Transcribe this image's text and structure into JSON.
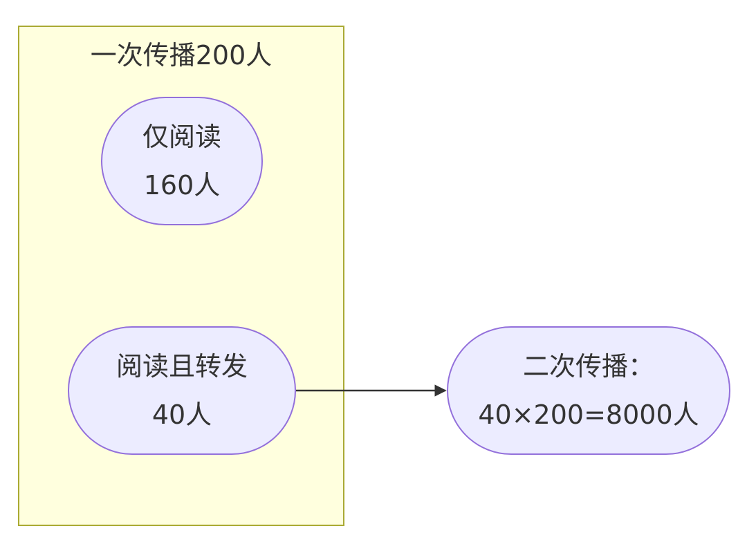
{
  "subgraph": {
    "title": "一次传播200人"
  },
  "nodes": {
    "read_only": {
      "line1": "仅阅读",
      "line2": "160人"
    },
    "read_and_share": {
      "line1": "阅读且转发",
      "line2": "40人"
    },
    "second_spread": {
      "line1": "二次传播：",
      "line2": "40×200=8000人"
    }
  },
  "colors": {
    "cluster_fill": "#ffffde",
    "cluster_border": "#aaaa33",
    "node_fill": "#ececff",
    "node_border": "#9370db",
    "edge": "#333333",
    "text": "#333333"
  }
}
